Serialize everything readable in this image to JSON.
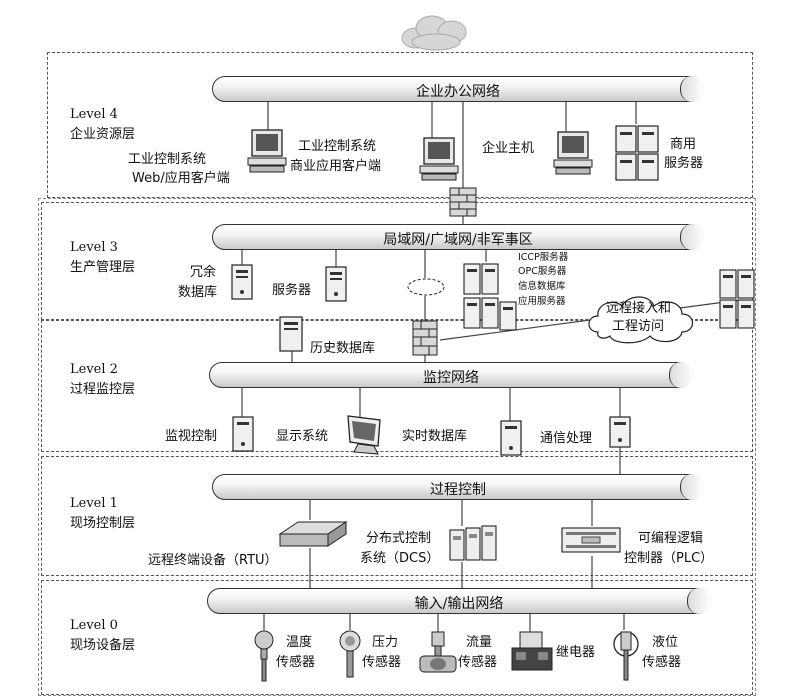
{
  "levels": [
    {
      "level": "Level 4",
      "name": "企业资源层"
    },
    {
      "level": "Level 3",
      "name": "生产管理层"
    },
    {
      "level": "Level 2",
      "name": "过程监控层"
    },
    {
      "level": "Level 1",
      "name": "现场控制层"
    },
    {
      "level": "Level 0",
      "name": "现场设备层"
    }
  ],
  "networks": {
    "enterprise": "企业办公网络",
    "lan_wan": "局域网/广域网/非军事区",
    "monitoring": "监控网络",
    "process_control": "过程控制",
    "io": "输入/输出网络"
  },
  "level4_devices": {
    "web_client": [
      "工业控制系统",
      "Web/应用客户端"
    ],
    "business_client": [
      "工业控制系统",
      "商业应用客户端"
    ],
    "host": "企业主机",
    "commercial_server": [
      "商用",
      "服务器"
    ]
  },
  "level3_devices": {
    "redundant_db": [
      "冗余",
      "数据库"
    ],
    "server": "服务器",
    "app_servers": [
      "ICCP服务器",
      "OPC服务器",
      "信息数据库",
      "应用服务器"
    ],
    "remote_access": [
      "远程接入和",
      "工程访问"
    ]
  },
  "level2_devices": {
    "historian": "历史数据库",
    "monitor_control": "监视控制",
    "display": "显示系统",
    "realtime_db": "实时数据库",
    "comm": "通信处理"
  },
  "level1_devices": {
    "rtu": "远程终端设备（RTU）",
    "dcs": [
      "分布式控制",
      "系统（DCS）"
    ],
    "plc": [
      "可编程逻辑",
      "控制器（PLC）"
    ]
  },
  "level0_devices": {
    "temp": [
      "温度",
      "传感器"
    ],
    "pressure": [
      "压力",
      "传感器"
    ],
    "flow": [
      "流量",
      "传感器"
    ],
    "relay": "继电器",
    "level": [
      "液位",
      "传感器"
    ]
  }
}
